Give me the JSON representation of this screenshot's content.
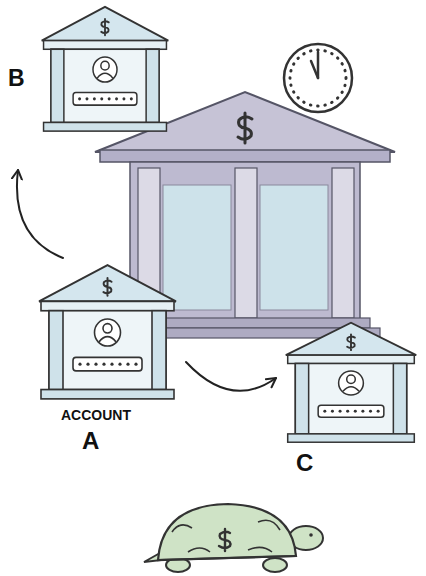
{
  "diagram": {
    "nodes": [
      {
        "text": [
          "B"
        ]
      },
      {
        "text": [
          "ACCOUNT",
          "A"
        ]
      },
      {
        "text": [
          "C"
        ]
      }
    ],
    "edges": [
      {
        "from": 1,
        "to": 0,
        "arrow": "to"
      },
      {
        "from": 1,
        "to": 2,
        "arrow": "to"
      }
    ]
  }
}
